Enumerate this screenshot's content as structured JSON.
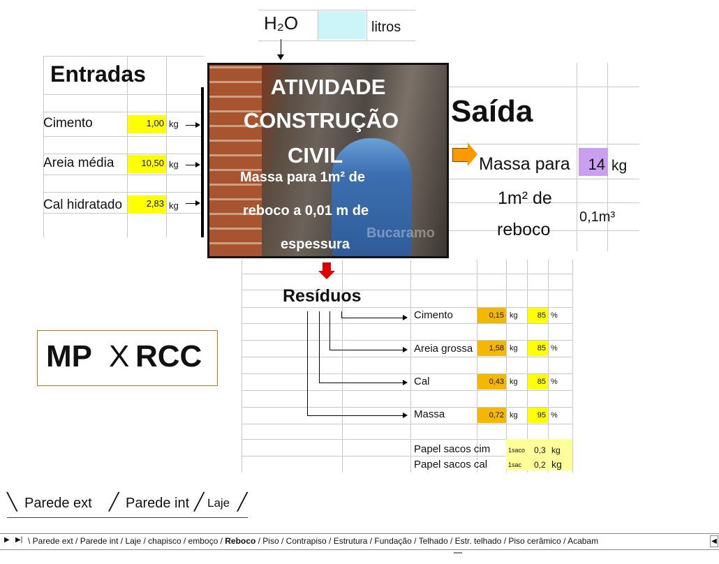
{
  "water": {
    "label": "H₂O",
    "unit": "litros"
  },
  "entradas": {
    "title": "Entradas",
    "items": [
      {
        "label": "Cimento",
        "value": "1,00",
        "unit": "kg"
      },
      {
        "label": "Areia média",
        "value": "10,50",
        "unit": "kg"
      },
      {
        "label": "Cal hidratado",
        "value": "2,83",
        "unit": "kg"
      }
    ]
  },
  "overlay": {
    "title_line1": "ATIVIDADE",
    "title_line2": "CONSTRUÇÃO",
    "title_line3": "CIVIL",
    "caption_line1": "Massa para 1m² de",
    "caption_line2": "reboco a 0,01 m de",
    "caption_line3": "espessura",
    "watermark": "Bucaramo"
  },
  "saida": {
    "title": "Saída",
    "label": "Massa para",
    "value": "14",
    "unit": "kg",
    "sub_line1": "1m² de",
    "sub_line2": "reboco",
    "thickness": "0,1m³"
  },
  "residuos": {
    "title": "Resíduos",
    "items": [
      {
        "label": "Cimento",
        "value": "0,15",
        "unit": "kg",
        "percent": "85",
        "percent_sign": "%"
      },
      {
        "label": "Areia grossa",
        "value": "1,58",
        "unit": "kg",
        "percent": "85",
        "percent_sign": "%"
      },
      {
        "label": "Cal",
        "value": "0,43",
        "unit": "kg",
        "percent": "85",
        "percent_sign": "%"
      },
      {
        "label": "Massa",
        "value": "0,72",
        "unit": "kg",
        "percent": "95",
        "percent_sign": "%"
      }
    ],
    "papel": [
      {
        "label": "Papel sacos cim",
        "qty": "1saco",
        "value": "0,3",
        "unit": "kg"
      },
      {
        "label": "Papel sacos cal",
        "qty": "1sac",
        "value": "0,2",
        "unit": "kg"
      }
    ]
  },
  "mp_box": {
    "left": "MP",
    "x": "X",
    "right": "RCC"
  },
  "zoom_tabs": [
    "Parede ext",
    "Parede int",
    "Laje"
  ],
  "sheet_tabs": [
    "Parede ext",
    "Parede int",
    "Laje",
    "chapisco",
    "emboço",
    "Reboco",
    "Piso",
    "Contrapiso",
    "Estrutura",
    "Fundação",
    "Telhado",
    "Estr. telhado",
    "Piso cerâmico",
    "Acabam"
  ],
  "active_tab": "Reboco",
  "colors": {
    "input_yellow": "#ffff00",
    "residue_orange": "#f5b800",
    "saida_purple": "#c9a0f0",
    "water_cyan": "#ccf5fa",
    "arrow_red": "#e00000",
    "arrow_orange": "#ff9900"
  }
}
